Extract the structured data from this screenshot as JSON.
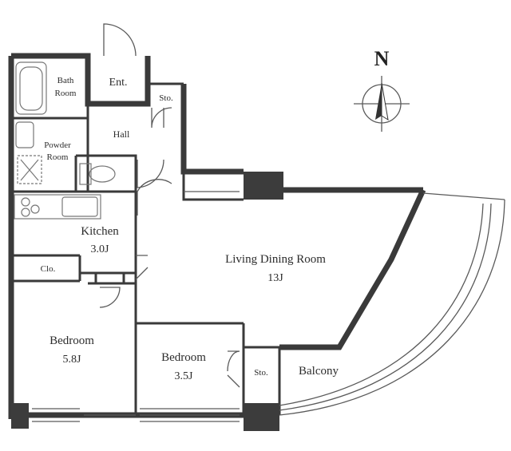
{
  "compass": {
    "label": "N"
  },
  "rooms": {
    "bath": {
      "line1": "Bath",
      "line2": "Room"
    },
    "entrance": {
      "label": "Ent."
    },
    "storage_entrance": {
      "label": "Sto."
    },
    "hall": {
      "label": "Hall"
    },
    "powder": {
      "line1": "Powder",
      "line2": "Room"
    },
    "kitchen": {
      "name": "Kitchen",
      "size": "3.0J"
    },
    "closet": {
      "label": "Clo."
    },
    "living": {
      "name": "Living Dining Room",
      "size": "13J"
    },
    "bedroom_left": {
      "name": "Bedroom",
      "size": "5.8J"
    },
    "bedroom_right": {
      "name": "Bedroom",
      "size": "3.5J"
    },
    "storage_balcony": {
      "label": "Sto."
    },
    "balcony": {
      "label": "Balcony"
    }
  }
}
